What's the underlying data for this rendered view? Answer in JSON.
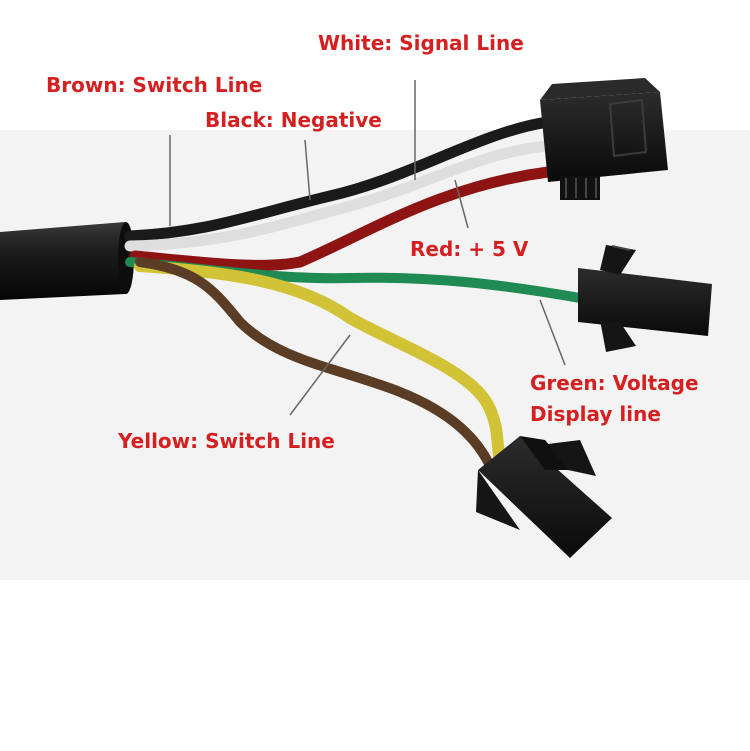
{
  "labels": {
    "white": "White: Signal Line",
    "brown": "Brown: Switch Line",
    "black": "Black: Negative",
    "red": "Red: + 5 V",
    "green_line1": "Green: Voltage",
    "green_line2": "Display line",
    "yellow": "Yellow: Switch Line"
  },
  "colors": {
    "label_text": "#d42020",
    "cable_jacket": "#151515",
    "wire_white": "#dedede",
    "wire_black": "#1a1a1a",
    "wire_red": "#8e1414",
    "wire_green": "#1f8a52",
    "wire_yellow": "#d2c236",
    "wire_brown": "#5a3d24",
    "connector": "#1c1c1c"
  },
  "components": {
    "cable": "main cable jacket",
    "connector_top": "4-pin connector",
    "connector_middle": "1-pin connector",
    "connector_bottom": "2-pin connector"
  }
}
